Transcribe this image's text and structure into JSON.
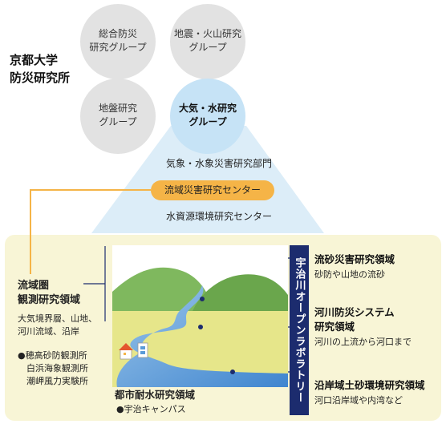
{
  "institute": {
    "line1": "京都大学",
    "line2": "防災研究所"
  },
  "groups": [
    {
      "line1": "総合防災",
      "line2": "研究グループ"
    },
    {
      "line1": "地震・火山研究",
      "line2": "グループ"
    },
    {
      "line1": "地盤研究",
      "line2": "グループ"
    },
    {
      "line1": "大気・水研究",
      "line2": "グループ"
    }
  ],
  "departments": {
    "meteo": "気象・水象災害研究部門",
    "basin": "流域災害研究センター",
    "water": "水資源環境研究センター"
  },
  "observation": {
    "title1": "流域圏",
    "title2": "観測研究領域",
    "desc1": "大気境界層、山地、",
    "desc2": "河川流域、沿岸",
    "stations": [
      "●穂高砂防観測所",
      "白浜海象観測所",
      "潮岬風力実験所"
    ]
  },
  "urban": {
    "title": "都市耐水研究領域",
    "campus": "●宇治キャンパス"
  },
  "lab": "宇治川オープンラボラトリー",
  "research": [
    {
      "title": "流砂災害研究領域",
      "desc": "砂防や山地の流砂"
    },
    {
      "title1": "河川防災システム",
      "title2": "研究領域",
      "desc": "河川の上流から河口まで"
    },
    {
      "title": "沿岸域土砂環境研究領域",
      "desc": "河口沿岸域や内湾など"
    }
  ],
  "colors": {
    "panel": "#f8f5d6",
    "cone": "#dcedf8",
    "highlight_circle": "#c6e3f6",
    "orange": "#f5b447",
    "navy": "#1c2c6e",
    "hills": "#7fb85e",
    "river": "#5b9bd8"
  }
}
